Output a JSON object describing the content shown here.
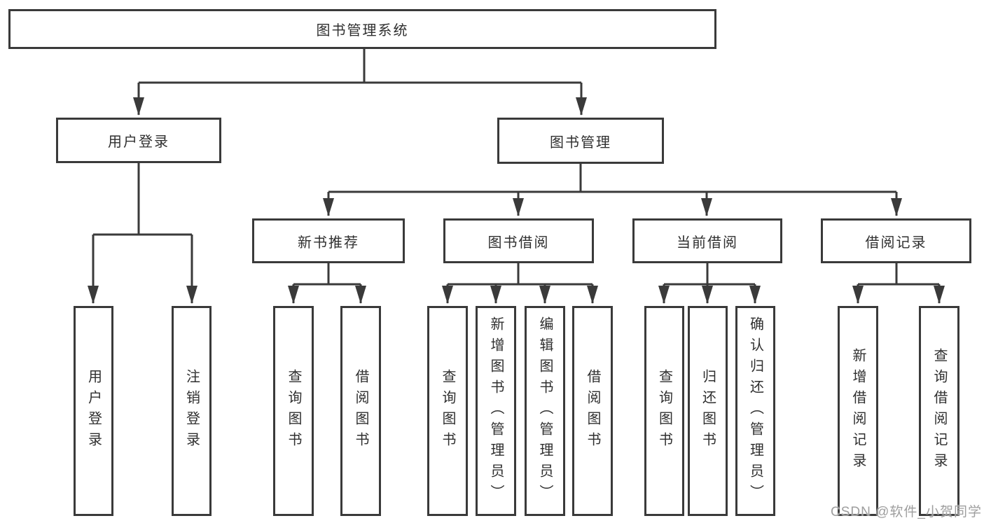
{
  "root": {
    "label": "图书管理系统"
  },
  "branches": [
    {
      "label": "用户登录",
      "leaves": [
        {
          "label": "用户登录"
        },
        {
          "label": "注销登录"
        }
      ]
    },
    {
      "label": "图书管理",
      "groups": [
        {
          "label": "新书推荐",
          "leaves": [
            {
              "label": "查询图书"
            },
            {
              "label": "借阅图书"
            }
          ]
        },
        {
          "label": "图书借阅",
          "leaves": [
            {
              "label": "查询图书"
            },
            {
              "label": "新增图书（管理员）"
            },
            {
              "label": "编辑图书（管理员）"
            },
            {
              "label": "借阅图书"
            }
          ]
        },
        {
          "label": "当前借阅",
          "leaves": [
            {
              "label": "查询图书"
            },
            {
              "label": "归还图书"
            },
            {
              "label": "确认归还（管理员）"
            }
          ]
        },
        {
          "label": "借阅记录",
          "leaves": [
            {
              "label": "新增借阅记录"
            },
            {
              "label": "查询借阅记录"
            }
          ]
        }
      ]
    }
  ],
  "watermark": {
    "text": "CSDN @软件_小贺同学"
  },
  "colors": {
    "line": "#3a3a3a",
    "text": "#2f2f2f",
    "watermark": "#9e9e9e",
    "background": "#ffffff"
  }
}
